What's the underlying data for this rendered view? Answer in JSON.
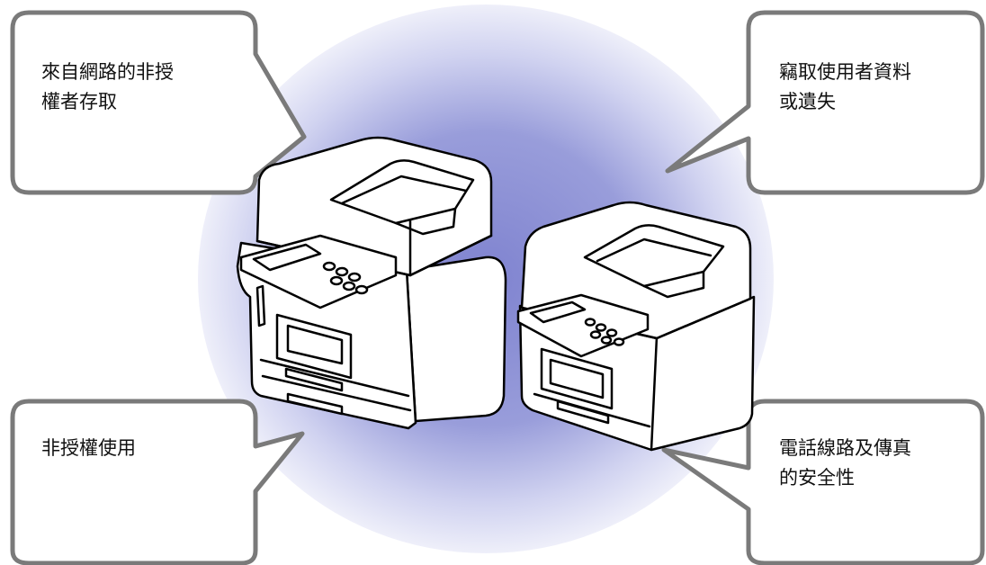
{
  "callouts": {
    "top_left": "來自網路的非授\n權者存取",
    "top_right": "竊取使用者資料\n或遺失",
    "bottom_left": "非授權使用",
    "bottom_right": "電話線路及傳真\n的安全性"
  },
  "colors": {
    "glow": "#7b80cf",
    "outline": "#000000",
    "device_fill": "#ffffff",
    "bubble_stroke": "#7a7a7a"
  },
  "icons": [
    "printer-large-icon",
    "printer-small-icon"
  ]
}
